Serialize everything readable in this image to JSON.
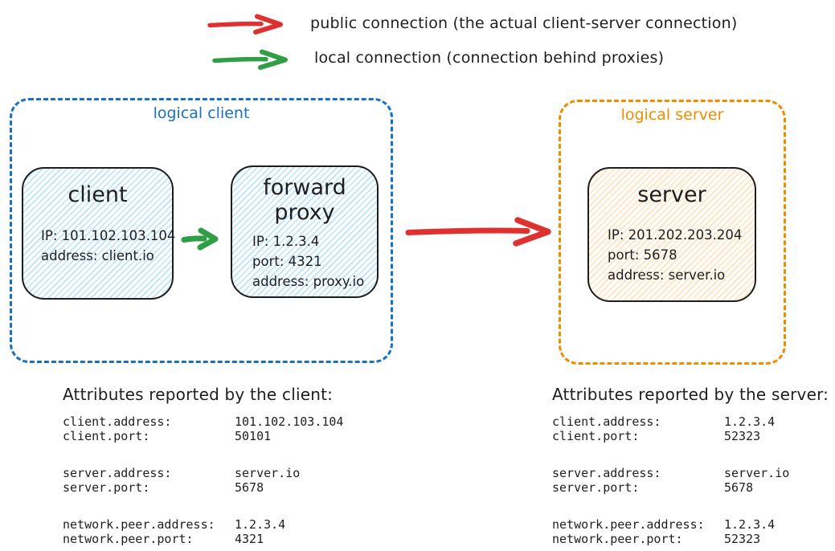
{
  "colors": {
    "red": "#e03131",
    "green": "#2f9e44",
    "blue": "#1971c2",
    "orange": "#f08c00",
    "ink": "#1e1e1e"
  },
  "legend": {
    "public_label": "public connection (the actual client-server connection)",
    "local_label": "local connection (connection behind proxies)"
  },
  "logical_client": {
    "label": "logical client",
    "client_node": {
      "title": "client",
      "lines": [
        "IP: 101.102.103.104",
        "address: client.io"
      ]
    },
    "proxy_node": {
      "title": "forward proxy",
      "lines": [
        "IP: 1.2.3.4",
        "port: 4321",
        "address: proxy.io"
      ]
    }
  },
  "logical_server": {
    "label": "logical server",
    "server_node": {
      "title": "server",
      "lines": [
        "IP: 201.202.203.204",
        "port: 5678",
        "address: server.io"
      ]
    }
  },
  "attrs_client": {
    "title": "Attributes reported by the client:",
    "rows": [
      {
        "key": "client.address:",
        "value": "101.102.103.104"
      },
      {
        "key": "client.port:",
        "value": "50101"
      },
      {
        "key": "server.address:",
        "value": "server.io"
      },
      {
        "key": "server.port:",
        "value": "5678"
      },
      {
        "key": "network.peer.address:",
        "value": "1.2.3.4"
      },
      {
        "key": "network.peer.port:",
        "value": "4321"
      }
    ]
  },
  "attrs_server": {
    "title": "Attributes reported by the server:",
    "rows": [
      {
        "key": "client.address:",
        "value": "1.2.3.4"
      },
      {
        "key": "client.port:",
        "value": "52323"
      },
      {
        "key": "server.address:",
        "value": "server.io"
      },
      {
        "key": "server.port:",
        "value": "5678"
      },
      {
        "key": "network.peer.address:",
        "value": "1.2.3.4"
      },
      {
        "key": "network.peer.port:",
        "value": "52323"
      }
    ]
  }
}
